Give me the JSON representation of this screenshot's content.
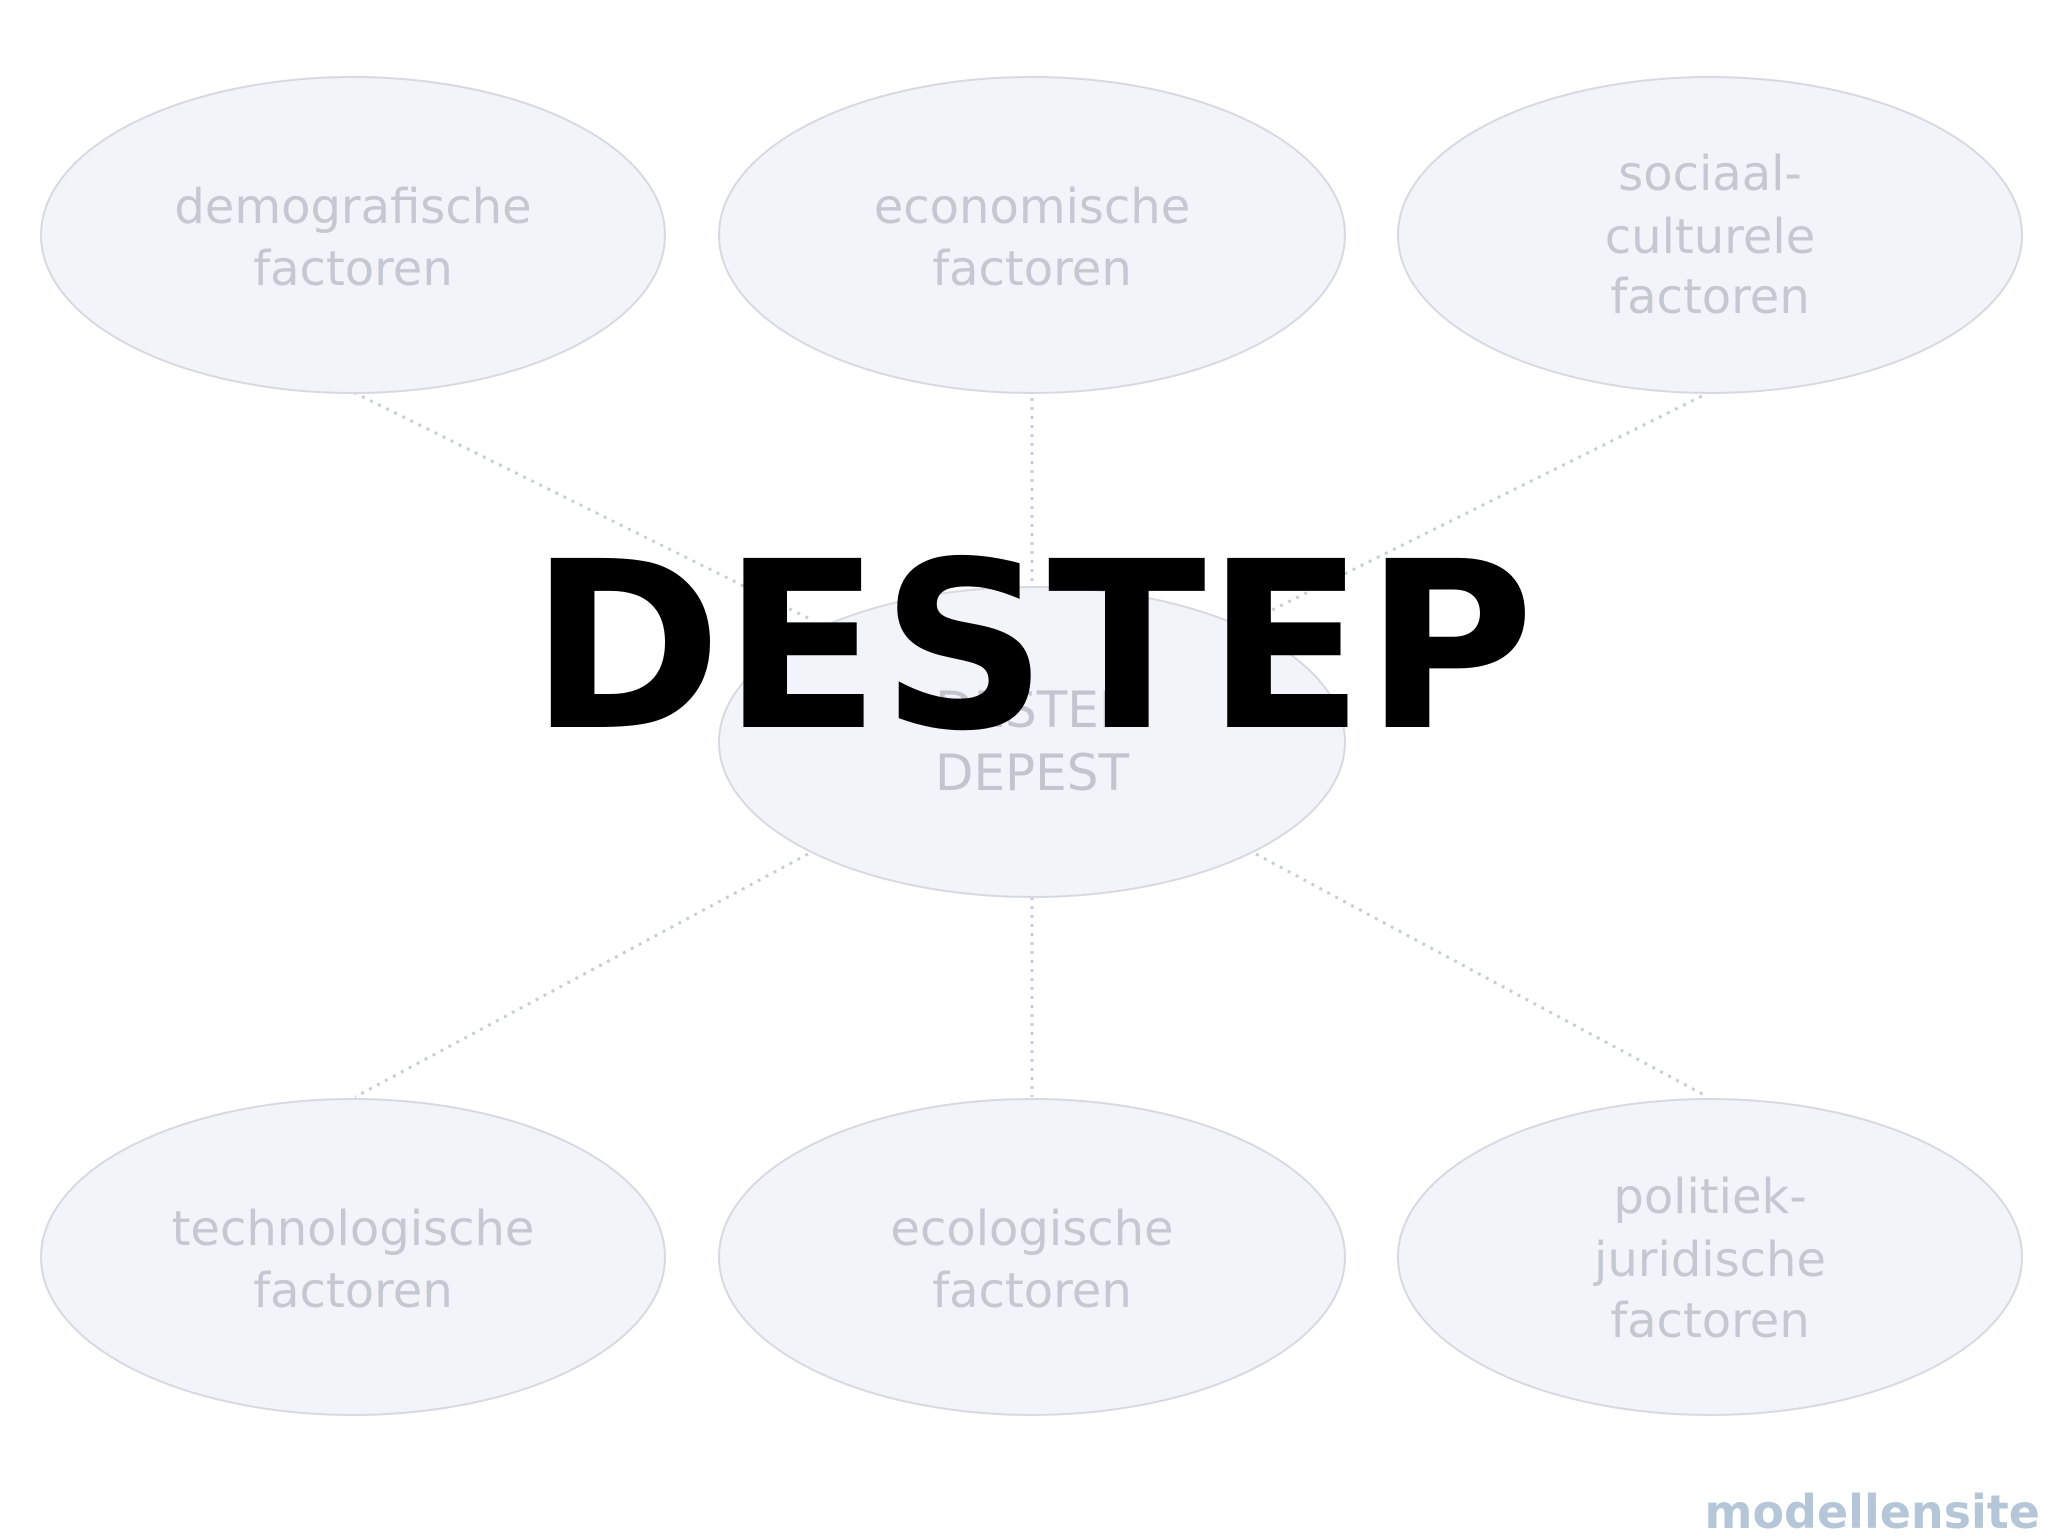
{
  "title": "DESTEP",
  "center": {
    "lines": [
      "DESTEP",
      "DEPEST"
    ]
  },
  "factors": [
    {
      "id": "demografisch",
      "lines": [
        "demografische",
        "factoren"
      ]
    },
    {
      "id": "economisch",
      "lines": [
        "economische",
        "factoren"
      ]
    },
    {
      "id": "sociaal-cultureel",
      "lines": [
        "sociaal-",
        "culturele",
        "factoren"
      ]
    },
    {
      "id": "technologisch",
      "lines": [
        "technologische",
        "factoren"
      ]
    },
    {
      "id": "ecologisch",
      "lines": [
        "ecologische",
        "factoren"
      ]
    },
    {
      "id": "politiek-juridisch",
      "lines": [
        "politiek-",
        "juridische",
        "factoren"
      ]
    }
  ],
  "watermark": "modellensite",
  "colors": {
    "node_fill": "#f3f4f9",
    "node_stroke": "#d6d9e2",
    "node_text": "#c5c7d1",
    "title_text": "#000000",
    "watermark_text": "#b4c6d8"
  }
}
